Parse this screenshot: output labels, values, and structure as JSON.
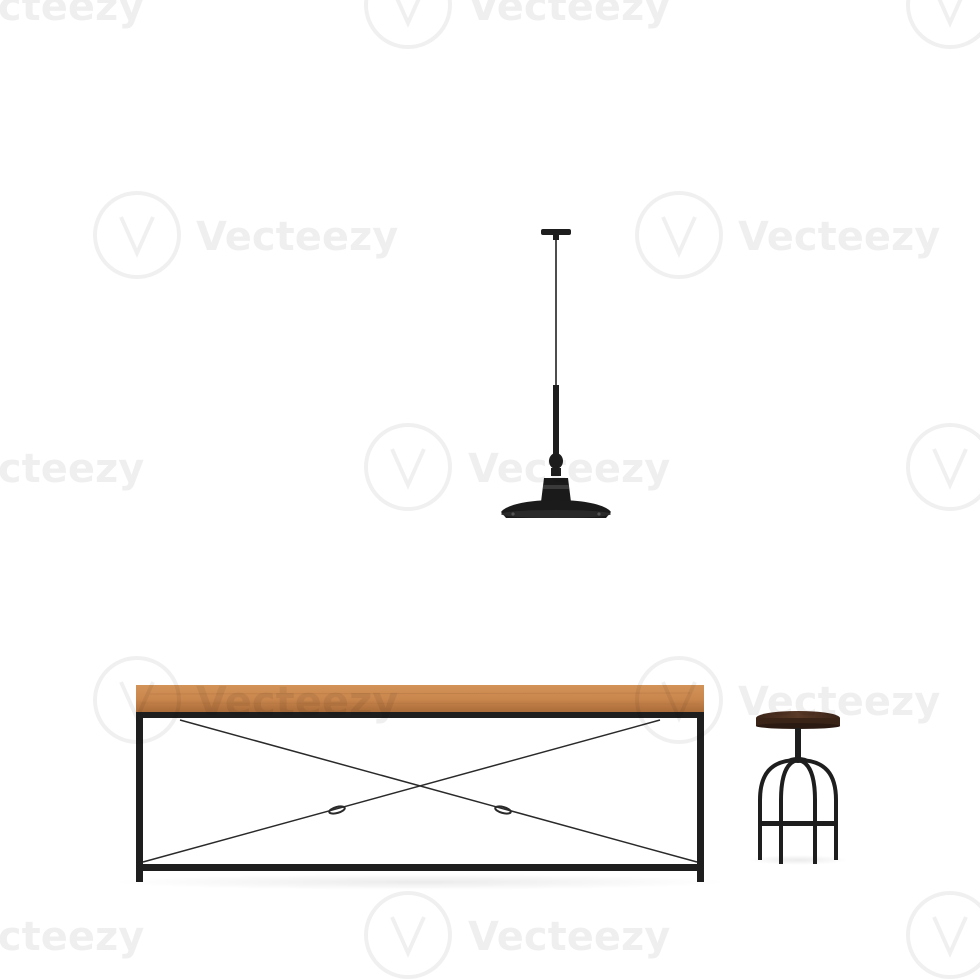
{
  "scene": {
    "description_objects": [
      "pendant-lamp",
      "table",
      "stool"
    ],
    "colors": {
      "background": "#ffffff",
      "metal": "#1e1e1e",
      "wood_top": "#c9864d",
      "wood_dark": "#a86a38",
      "stool_seat": "#4a3024"
    }
  },
  "watermark": {
    "text": "Vecteezy",
    "logo": "vecteezy-v-logo"
  }
}
